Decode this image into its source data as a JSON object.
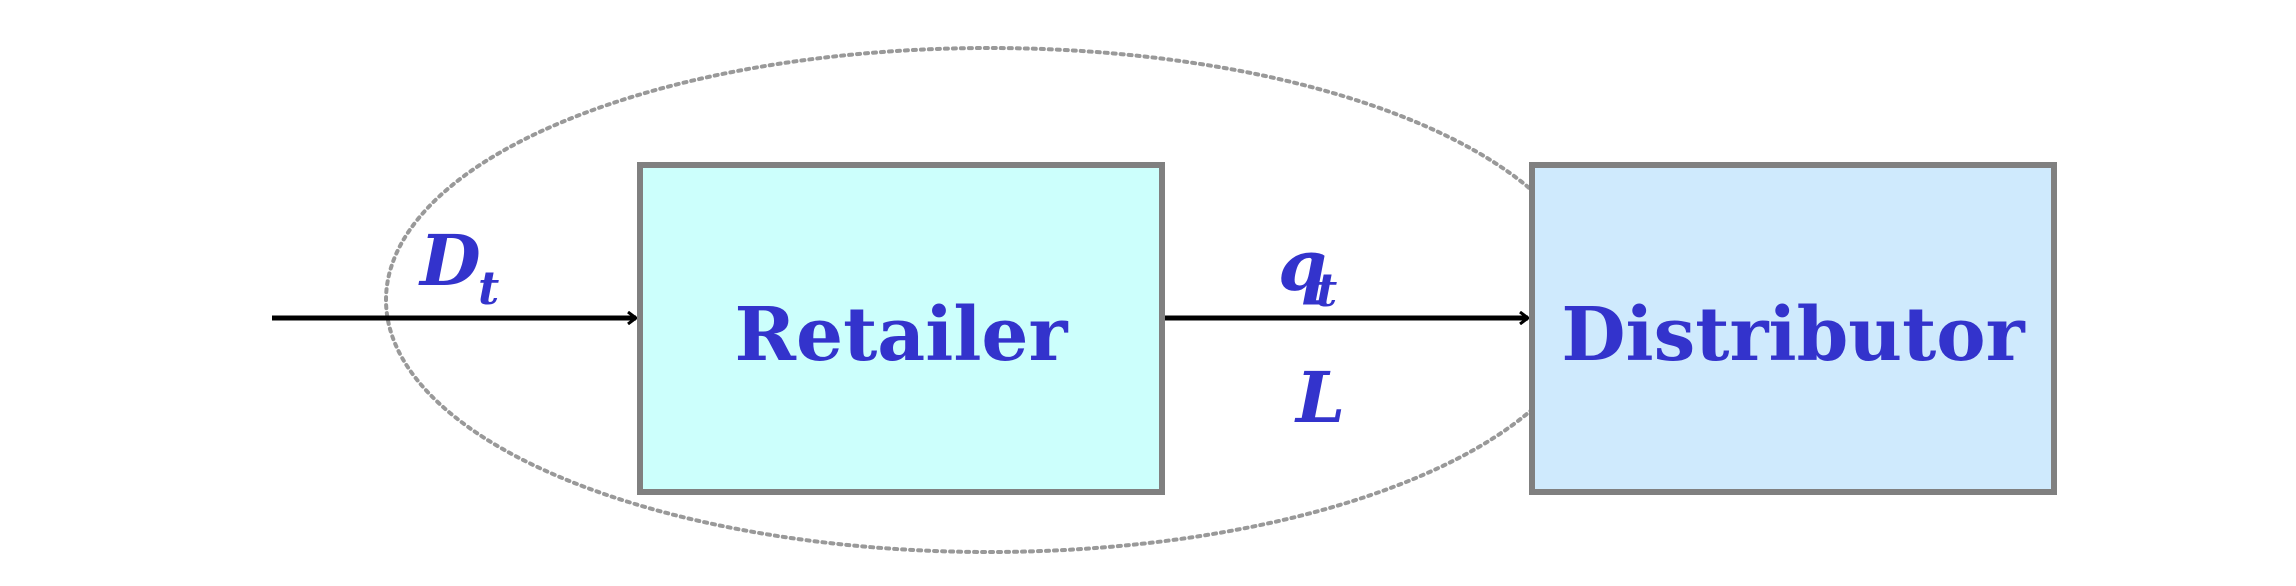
{
  "nodes": {
    "retailer": {
      "label": "Retailer",
      "fill": "#ccfffc",
      "stroke": "#808080"
    },
    "distributor": {
      "label": "Distributor",
      "fill": "#cfeafd",
      "stroke": "#808080"
    }
  },
  "edges": {
    "demand": {
      "symbol": "D",
      "subscript": "t"
    },
    "order": {
      "symbol": "q",
      "subscript": "t"
    },
    "lead_time": {
      "symbol": "L"
    }
  },
  "colors": {
    "text": "#3333cc",
    "arrow": "#000000",
    "boundary": "#999999"
  }
}
